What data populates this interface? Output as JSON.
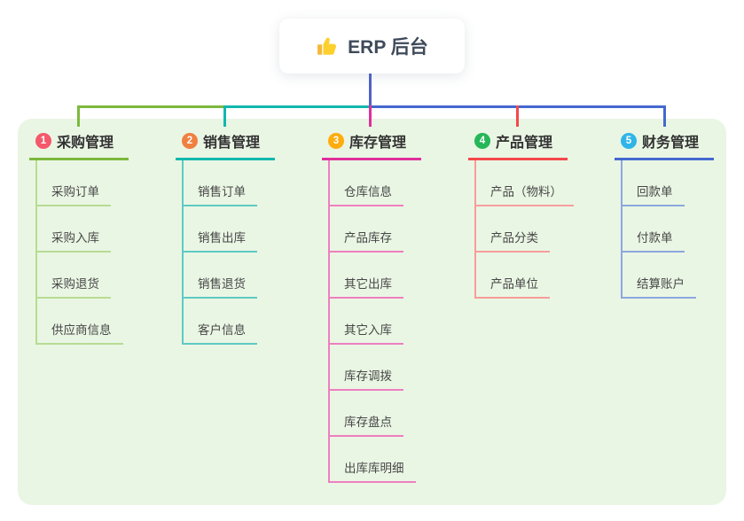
{
  "root": {
    "title": "ERP 后台",
    "icon": "thumbs-up-icon",
    "icon_colors": {
      "thumb": "#fdd02e",
      "cuff": "#f6b73c"
    },
    "connector_color": "#4f63c8"
  },
  "panel": {
    "background": "#eaf6e4"
  },
  "branches": [
    {
      "num": "1",
      "title": "采购管理",
      "badge_color": "#f5586b",
      "line_color": "#7cb93e",
      "line_light": "#b7dc92",
      "items": [
        "采购订单",
        "采购入库",
        "采购退货",
        "供应商信息"
      ]
    },
    {
      "num": "2",
      "title": "销售管理",
      "badge_color": "#f0803f",
      "line_color": "#12b7ae",
      "line_light": "#5ecac3",
      "items": [
        "销售订单",
        "销售出库",
        "销售退货",
        "客户信息"
      ]
    },
    {
      "num": "3",
      "title": "库存管理",
      "badge_color": "#ffac0d",
      "line_color": "#e0309c",
      "line_light": "#ee7fc0",
      "items": [
        "仓库信息",
        "产品库存",
        "其它出库",
        "其它入库",
        "库存调拨",
        "库存盘点",
        "出库库明细"
      ]
    },
    {
      "num": "4",
      "title": "产品管理",
      "badge_color": "#25b758",
      "line_color": "#f4484b",
      "line_light": "#f79d9b",
      "items": [
        "产品（物料）",
        "产品分类",
        "产品单位"
      ]
    },
    {
      "num": "5",
      "title": "财务管理",
      "badge_color": "#2fb5e9",
      "line_color": "#4468d0",
      "line_light": "#8ca7de",
      "items": [
        "回款单",
        "付款单",
        "结算账户"
      ]
    }
  ]
}
